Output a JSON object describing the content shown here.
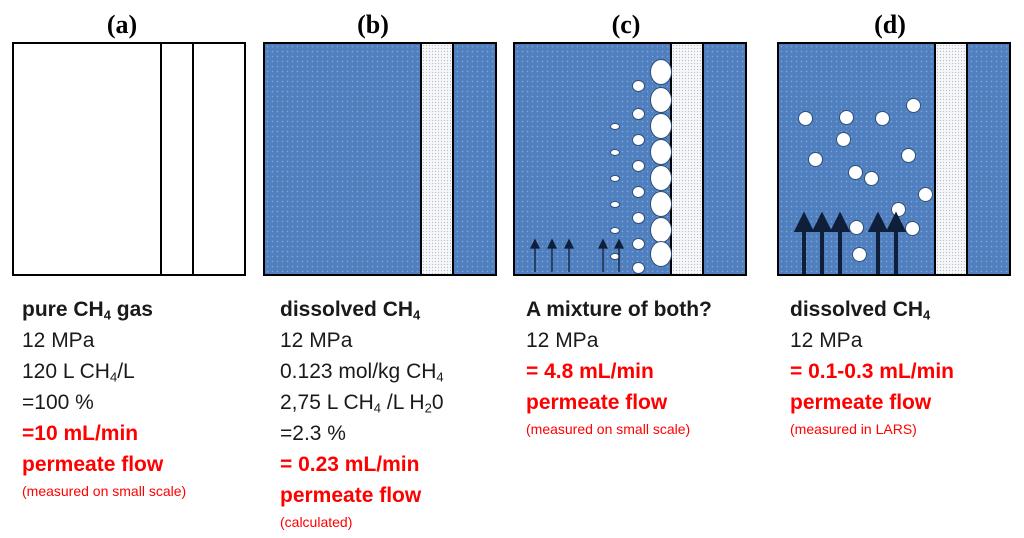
{
  "panels": [
    {
      "label": "(a)",
      "caption": {
        "title_pre": "pure CH",
        "title_sub": "4",
        "title_post": " gas",
        "pressure": "12 MPa",
        "line3_pre": "120 L CH",
        "line3_sub": "4",
        "line3_post": "/L",
        "line4": "=100 %",
        "result": "=10 mL/min",
        "result2": "permeate flow",
        "note": "(measured on small scale)"
      }
    },
    {
      "label": "(b)",
      "caption": {
        "title_pre": "dissolved CH",
        "title_sub": "4",
        "pressure": "12 MPa",
        "line3_pre": "0.123 mol/kg CH",
        "line3_sub": "4",
        "line4_pre": "2,75 L CH",
        "line4_sub": "4",
        "line4_mid": " /L H",
        "line4_sub2": "2",
        "line4_post": "0",
        "line5": "=2.3 %",
        "result": "= 0.23 mL/min",
        "result2": "permeate flow",
        "note": "(calculated)"
      }
    },
    {
      "label": "(c)",
      "caption": {
        "title": "A mixture of both?",
        "pressure": "12 MPa",
        "result": "= 4.8 mL/min",
        "result2": "permeate flow",
        "note": "(measured on small scale)"
      }
    },
    {
      "label": "(d)",
      "caption": {
        "title_pre": "dissolved CH",
        "title_sub": "4",
        "pressure": "12 MPa",
        "result": "= 0.1-0.3 mL/min",
        "result2": "permeate flow",
        "note": "(measured in LARS)"
      }
    }
  ],
  "colors": {
    "water": "#4f7fbf",
    "result_text": "#ff0000",
    "arrow": "#0f1f3a"
  }
}
